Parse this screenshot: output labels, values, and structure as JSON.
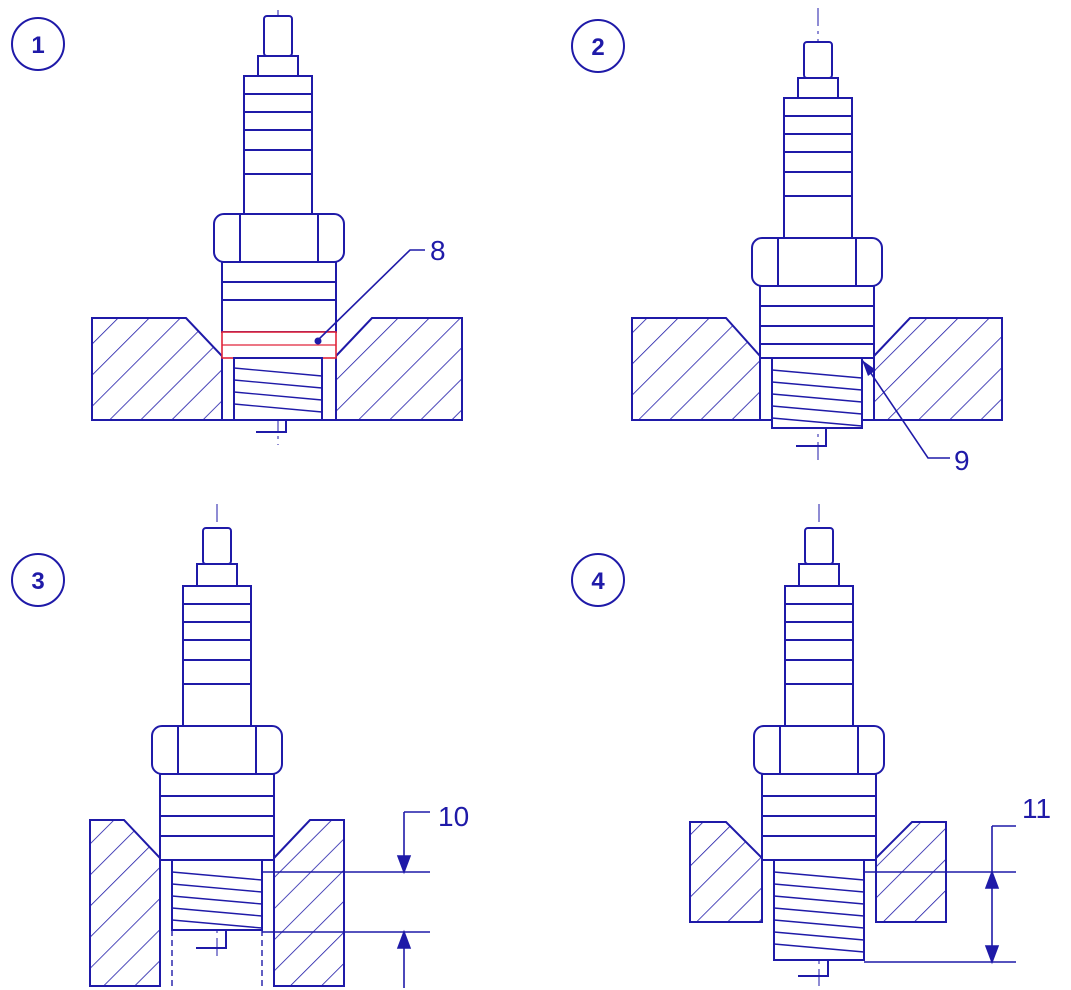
{
  "ink_color": "#1f1aa8",
  "highlight_color": "#e0243a",
  "panels": [
    {
      "badge": "1",
      "callout": "8",
      "callout_target": "gasket-seat-highlight",
      "thread_depth_fraction": 1.0
    },
    {
      "badge": "2",
      "callout": "9",
      "callout_target": "gasket-gap",
      "thread_depth_fraction": 1.0
    },
    {
      "badge": "3",
      "callout": "10",
      "callout_target": "thread-reach-short",
      "thread_depth_fraction": 0.7
    },
    {
      "badge": "4",
      "callout": "11",
      "callout_target": "thread-reach-long",
      "thread_depth_fraction": 1.4
    }
  ]
}
